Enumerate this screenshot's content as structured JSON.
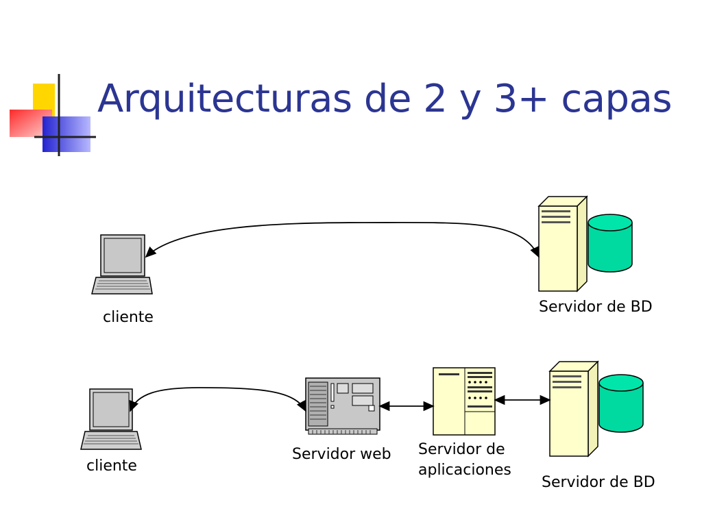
{
  "slide": {
    "title": "Arquitecturas de 2 y 3+ capas",
    "accent_colors": {
      "title": "#2b3592",
      "yellow": "#ffd600",
      "red": "#ff3b3b",
      "blue": "#2b2bd6",
      "db": "#00d9a0",
      "server_beige": "#ffffcc"
    }
  },
  "two_tier": {
    "client_label": "cliente",
    "db_server_label": "Servidor de BD"
  },
  "three_tier": {
    "client_label": "cliente",
    "web_server_label": "Servidor web",
    "app_server_label_line1": "Servidor de",
    "app_server_label_line2": "aplicaciones",
    "db_server_label": "Servidor de BD"
  }
}
